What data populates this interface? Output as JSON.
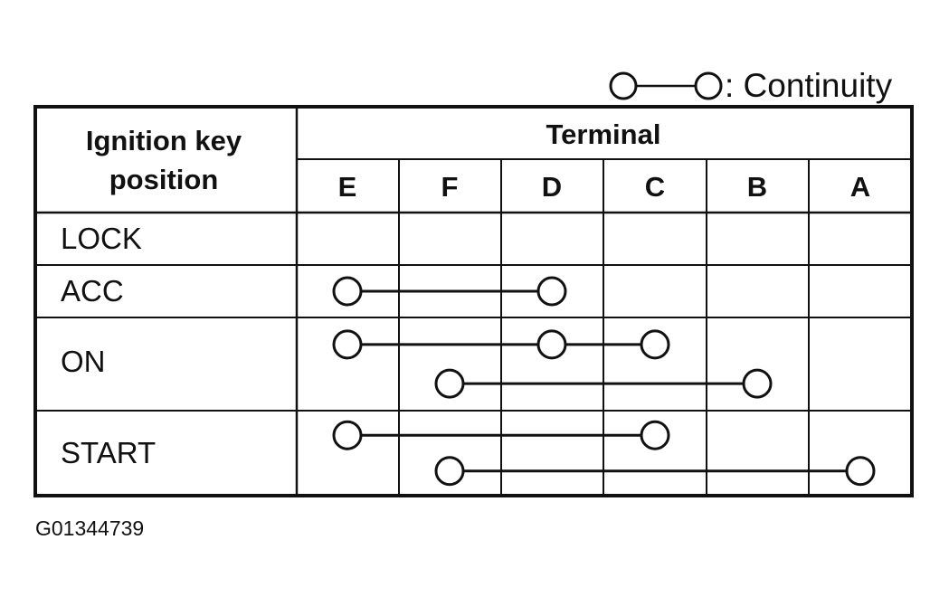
{
  "legend": {
    "label": ": Continuity"
  },
  "header": {
    "key_position_line1": "Ignition key",
    "key_position_line2": "position",
    "terminal": "Terminal"
  },
  "terminals": [
    "E",
    "F",
    "D",
    "C",
    "B",
    "A"
  ],
  "rows": [
    {
      "label": "LOCK",
      "connections": []
    },
    {
      "label": "ACC",
      "connections": [
        [
          "E",
          "D"
        ]
      ]
    },
    {
      "label": "ON",
      "connections": [
        [
          "E",
          "D",
          "C"
        ],
        [
          "F",
          "B"
        ]
      ]
    },
    {
      "label": "START",
      "connections": [
        [
          "E",
          "C"
        ],
        [
          "F",
          "A"
        ]
      ]
    }
  ],
  "figure_code": "G01344739"
}
